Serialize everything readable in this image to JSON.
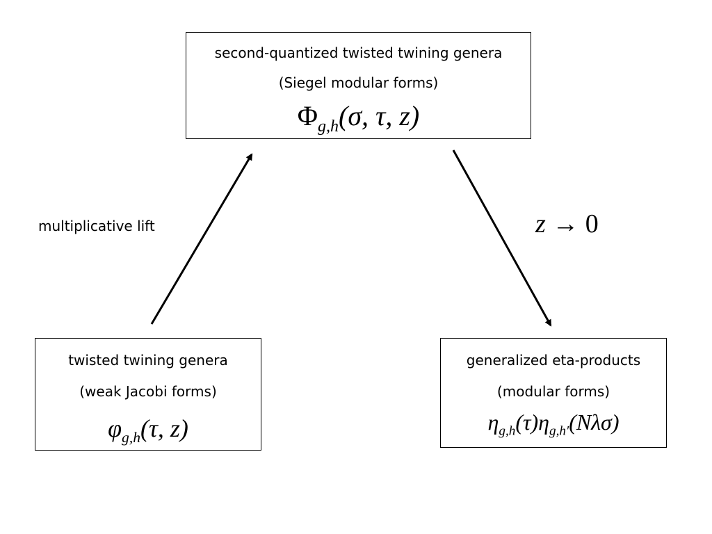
{
  "top_box": {
    "line1": "second-quantized twisted twining genera",
    "line2": "(Siegel modular forms)",
    "formula_symbol": "Φ",
    "formula_sub": "g,h",
    "formula_args": "(σ, τ, z)"
  },
  "left_box": {
    "line1": "twisted twining genera",
    "line2": "(weak Jacobi forms)",
    "formula_symbol": "φ",
    "formula_sub": "g,h",
    "formula_args": "(τ, z)"
  },
  "right_box": {
    "line1": "generalized eta-products",
    "line2": "(modular forms)",
    "formula_part1": "η",
    "formula_sub1": "g,h",
    "formula_args1": "(τ)",
    "formula_part2": "η",
    "formula_sub2": "g,h′",
    "formula_args2": "(Nλσ)"
  },
  "labels": {
    "lift": "multiplicative lift",
    "limit_var": "z",
    "limit_arrow": "→",
    "limit_value": "0"
  }
}
